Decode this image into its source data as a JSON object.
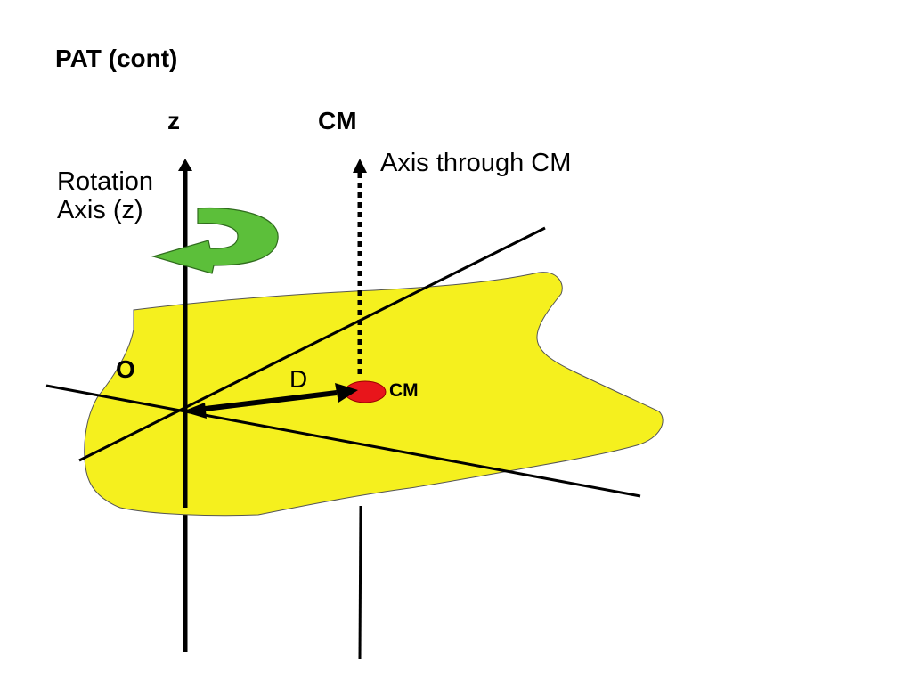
{
  "title": "PAT (cont)",
  "labels": {
    "z_axis": "z",
    "cm_axis": "CM",
    "axis_through_cm": "Axis through CM",
    "rotation_axis_line1": "Rotation",
    "rotation_axis_line2": "Axis (z)",
    "origin": "O",
    "distance": "D",
    "center_of_mass": "CM"
  },
  "colors": {
    "plate_fill": "#f5f01e",
    "rotation_arrow": "#5cbf3a",
    "cm_marker": "#e8151b",
    "lines": "#000000"
  }
}
